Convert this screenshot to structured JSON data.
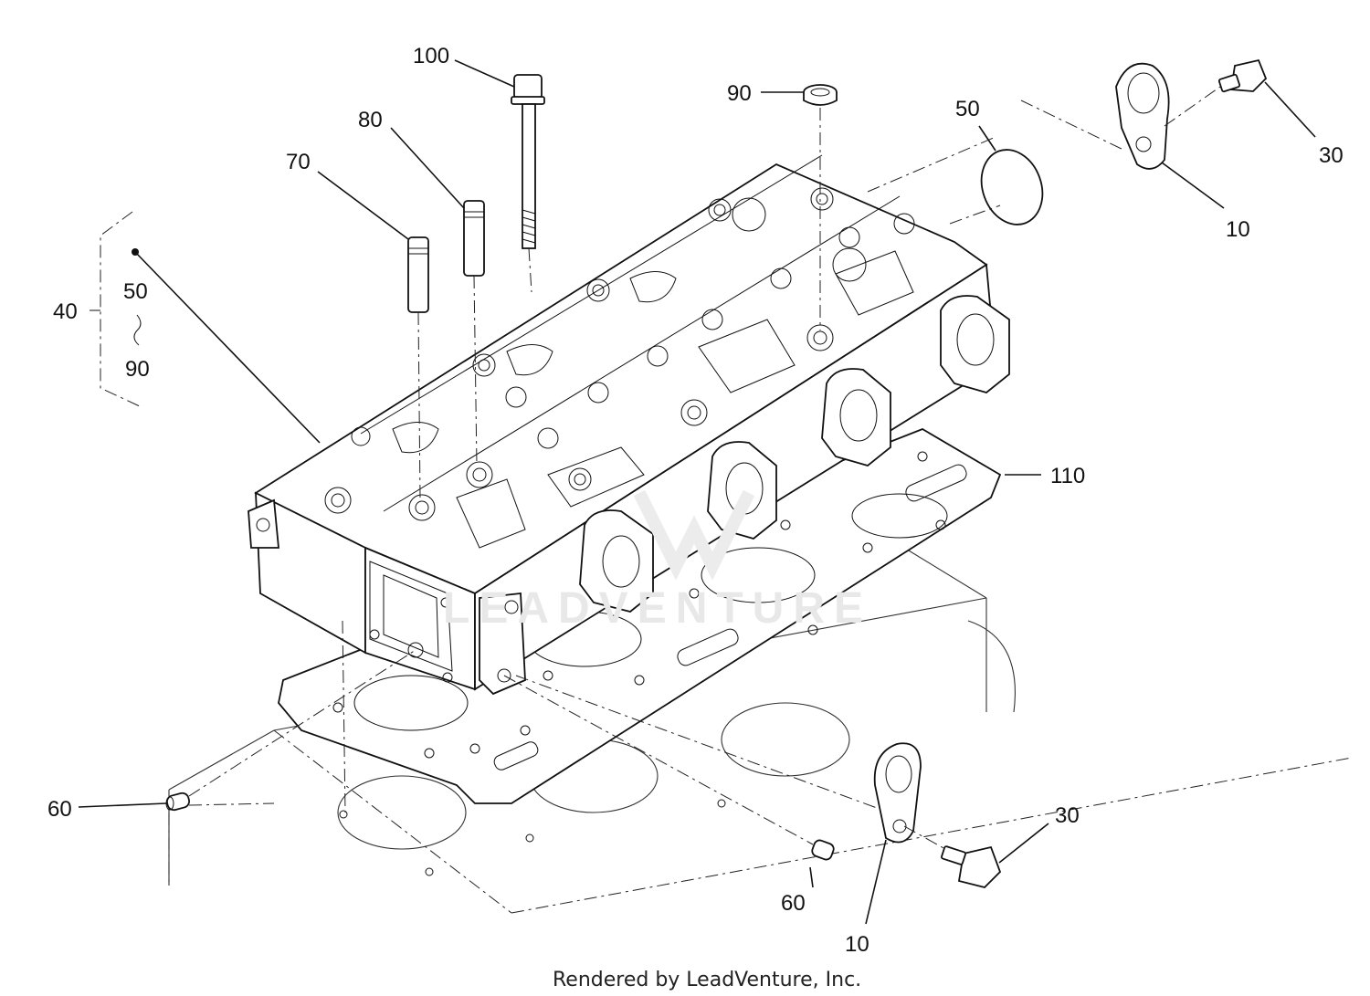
{
  "callouts": {
    "c100": "100",
    "c90_top": "90",
    "c80": "80",
    "c70": "70",
    "c50_plug": "50",
    "c30_top": "30",
    "c10_top": "10",
    "c40": "40",
    "c50_group": "50",
    "c90_group": "90",
    "c110": "110",
    "c60_left": "60",
    "c60_bottom": "60",
    "c30_bottom": "30",
    "c10_bottom": "10"
  },
  "watermark": "LEADVENTURE",
  "footer": "Rendered by LeadVenture, Inc."
}
